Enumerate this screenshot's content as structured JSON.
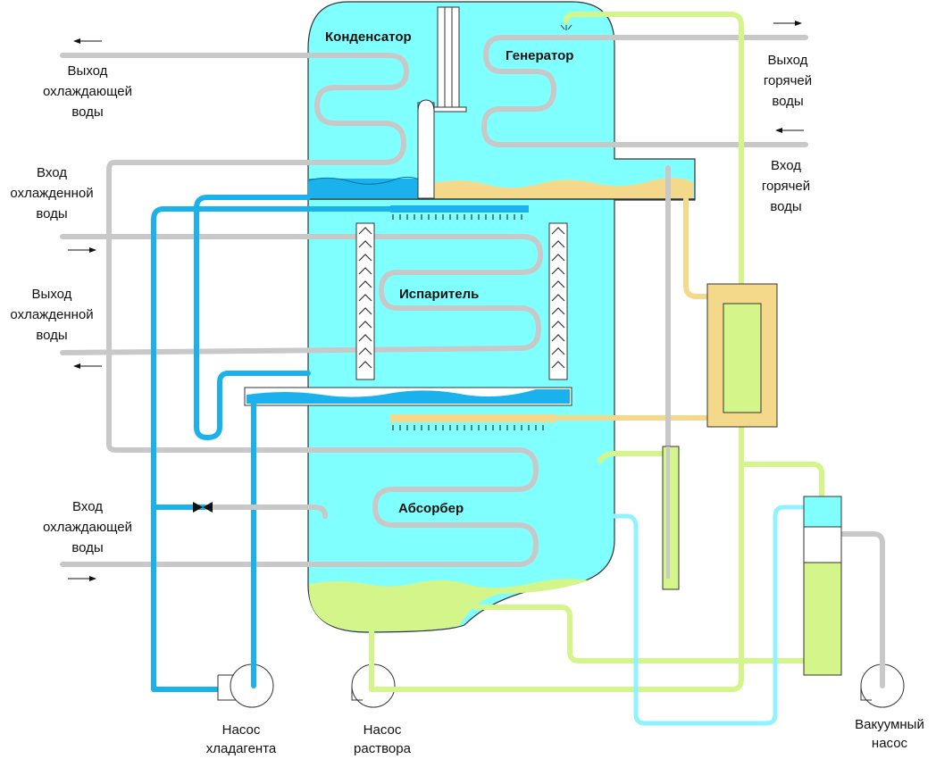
{
  "labels": {
    "condenser": "Конденсатор",
    "generator": "Генератор",
    "evaporator": "Испаритель",
    "absorber": "Абсорбер"
  },
  "left_side": {
    "cooling_water_out": [
      "Выход",
      "охлаждающей",
      "воды"
    ],
    "chilled_water_in": [
      "Вход",
      "охлажденной",
      "воды"
    ],
    "chilled_water_out": [
      "Выход",
      "охлажденной",
      "воды"
    ],
    "cooling_water_in": [
      "Вход",
      "охлаждающей",
      "воды"
    ]
  },
  "right_side": {
    "hot_water_out": [
      "Выход",
      "горячей",
      "воды"
    ],
    "hot_water_in": [
      "Вход",
      "горячей",
      "воды"
    ]
  },
  "pumps": {
    "refrigerant_pump": [
      "Насос",
      "хладагента"
    ],
    "solution_pump": [
      "Насос",
      "раствора"
    ],
    "vacuum_pump": [
      "Вакуумный",
      "насос"
    ]
  },
  "colors": {
    "vessel": "#80ffff",
    "refrigerant": "#1ab1ec",
    "pipe": "#c8c8c8",
    "solution": "#d4f58a",
    "concentrate": "#f5d98a"
  }
}
